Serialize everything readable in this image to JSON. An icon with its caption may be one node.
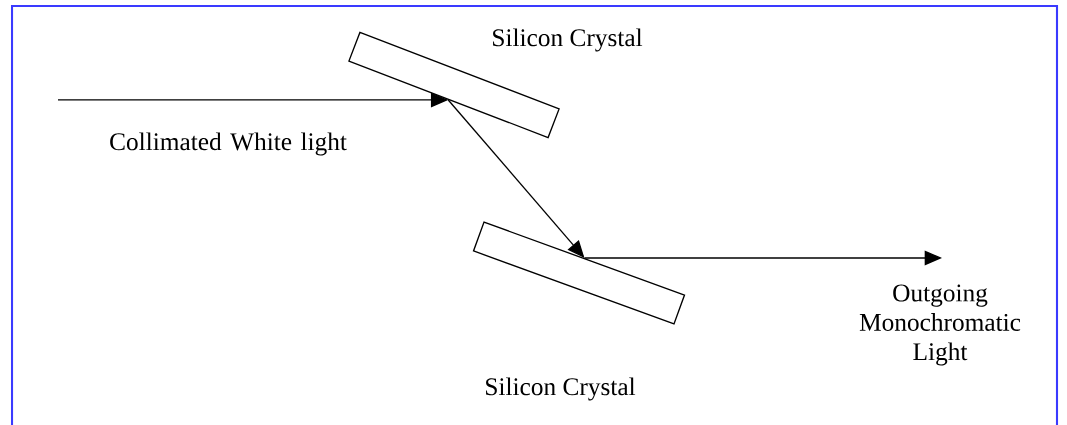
{
  "diagram": {
    "nodes": [
      {
        "text": [],
        "shape": "bar",
        "beside": [
          "Silicon Crystal"
        ]
      },
      {
        "text": [],
        "shape": "bar",
        "beside": [
          "Silicon Crystal"
        ]
      }
    ],
    "edges": [
      {
        "from": null,
        "to": 0,
        "arrow": "to",
        "label": "Collimated White light"
      },
      {
        "from": 0,
        "to": 1,
        "arrow": "to"
      },
      {
        "from": 1,
        "to": null,
        "arrow": "to",
        "label": "Outgoing Monochromatic Light"
      }
    ]
  }
}
